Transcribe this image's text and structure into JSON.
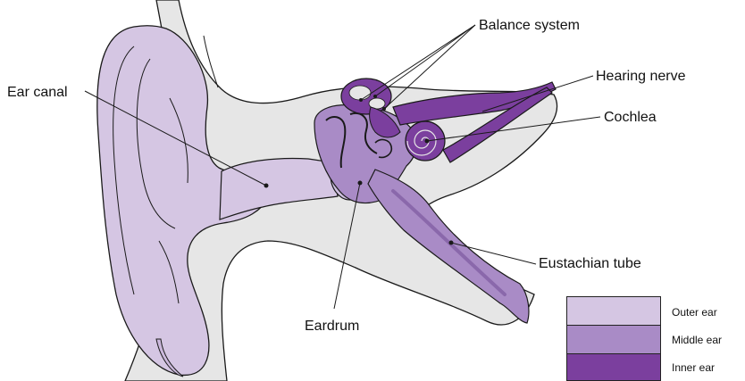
{
  "labels": {
    "balance_system": "Balance system",
    "hearing_nerve": "Hearing nerve",
    "ear_canal": "Ear canal",
    "cochlea": "Cochlea",
    "eustachian_tube": "Eustachian tube",
    "eardrum": "Eardrum"
  },
  "legend": [
    {
      "label": "Outer ear",
      "color": "#d5c6e3"
    },
    {
      "label": "Middle ear",
      "color": "#a98bc6"
    },
    {
      "label": "Inner ear",
      "color": "#7b3f9e"
    }
  ],
  "colors": {
    "bone": "#e6e6e6",
    "outline": "#1a1a1a",
    "outer": "#d5c6e3",
    "middle": "#a98bc6",
    "inner": "#7b3f9e"
  }
}
